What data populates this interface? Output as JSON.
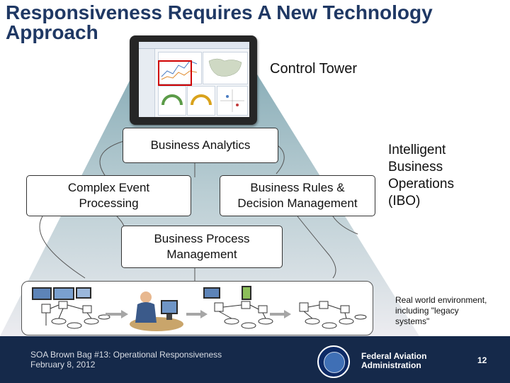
{
  "slide": {
    "title_line1": "Responsiveness Requires A New Technology",
    "title_line2": "Approach"
  },
  "control_tower": {
    "label": "Control Tower"
  },
  "boxes": {
    "business_analytics": "Business Analytics",
    "complex_event_line1": "Complex Event",
    "complex_event_line2": "Processing",
    "business_rules_line1": "Business Rules &",
    "business_rules_line2": "Decision Management",
    "bpm_line1": "Business Process",
    "bpm_line2": "Management"
  },
  "ibo": {
    "line1": "Intelligent",
    "line2": "Business",
    "line3": "Operations",
    "line4": "(IBO)"
  },
  "real_world": {
    "line1": "Real world environment,",
    "line2": "including \"legacy",
    "line3": "systems\""
  },
  "footer": {
    "series": "SOA Brown Bag #13: Operational Responsiveness",
    "date": "February 8, 2012",
    "agency_line1": "Federal Aviation",
    "agency_line2": "Administration",
    "page_number": "12"
  },
  "colors": {
    "title": "#1f3864",
    "footer_bg": "#15294a",
    "pyramid_top": "#8aaeb8",
    "pyramid_bottom": "#ececf0",
    "highlight": "#d00000"
  },
  "icons": [
    "tablet-dashboard",
    "workstation-icon",
    "person-at-desk-icon",
    "network-node-icon",
    "faa-seal-icon"
  ]
}
